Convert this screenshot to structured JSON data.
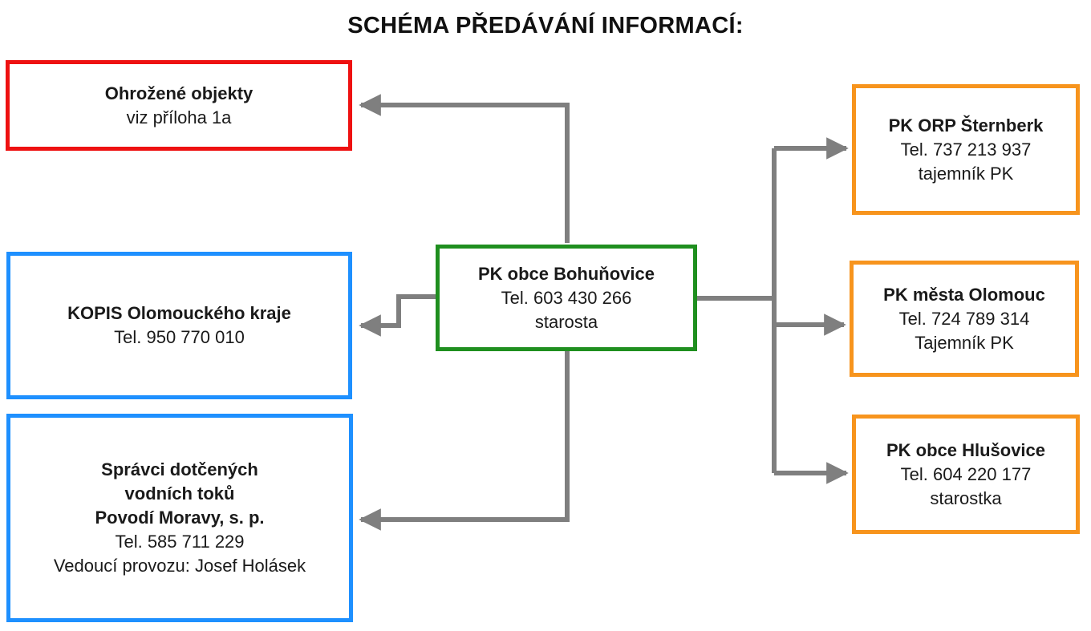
{
  "title": "SCHÉMA PŘEDÁVÁNÍ INFORMACÍ:",
  "colors": {
    "red_border": "#ee1111",
    "blue_border": "#1e90ff",
    "green_border": "#1f8f1f",
    "orange_border": "#f7941d",
    "arrow": "#7f7f7f",
    "text": "#1a1a1a"
  },
  "boxes": {
    "ohrozene": {
      "line1": "Ohrožené objekty",
      "line2": "viz příloha 1a"
    },
    "kopis": {
      "line1": "KOPIS Olomouckého kraje",
      "line2": "Tel. 950 770 010"
    },
    "spravci": {
      "line1": "Správci dotčených",
      "line2": "vodních toků",
      "line3": "Povodí Moravy, s. p.",
      "line4": "Tel. 585 711 229",
      "line5": "Vedoucí provozu: Josef Holásek"
    },
    "bohunovice": {
      "line1": "PK obce Bohuňovice",
      "line2": "Tel. 603 430 266",
      "line3": "starosta"
    },
    "sternberk": {
      "line1": "PK ORP Šternberk",
      "line2": "Tel.  737 213 937",
      "line3": "tajemník PK"
    },
    "olomouc": {
      "line1": "PK města Olomouc",
      "line2": "Tel. 724 789 314",
      "line3": "Tajemník PK"
    },
    "hlusovice": {
      "line1": "PK obce Hlušovice",
      "line2": "Tel. 604 220 177",
      "line3": "starostka"
    }
  }
}
